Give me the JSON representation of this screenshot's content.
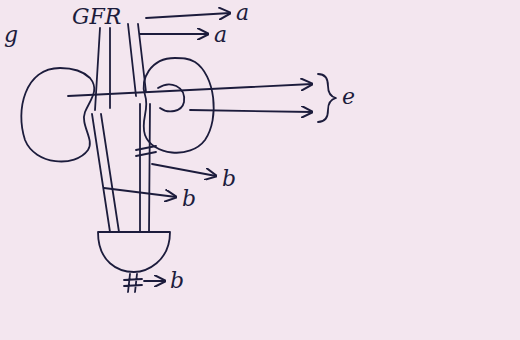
{
  "diagram": {
    "labels": [
      "g",
      "GFR",
      "a",
      "a",
      "e",
      "b",
      "b",
      "b"
    ]
  }
}
